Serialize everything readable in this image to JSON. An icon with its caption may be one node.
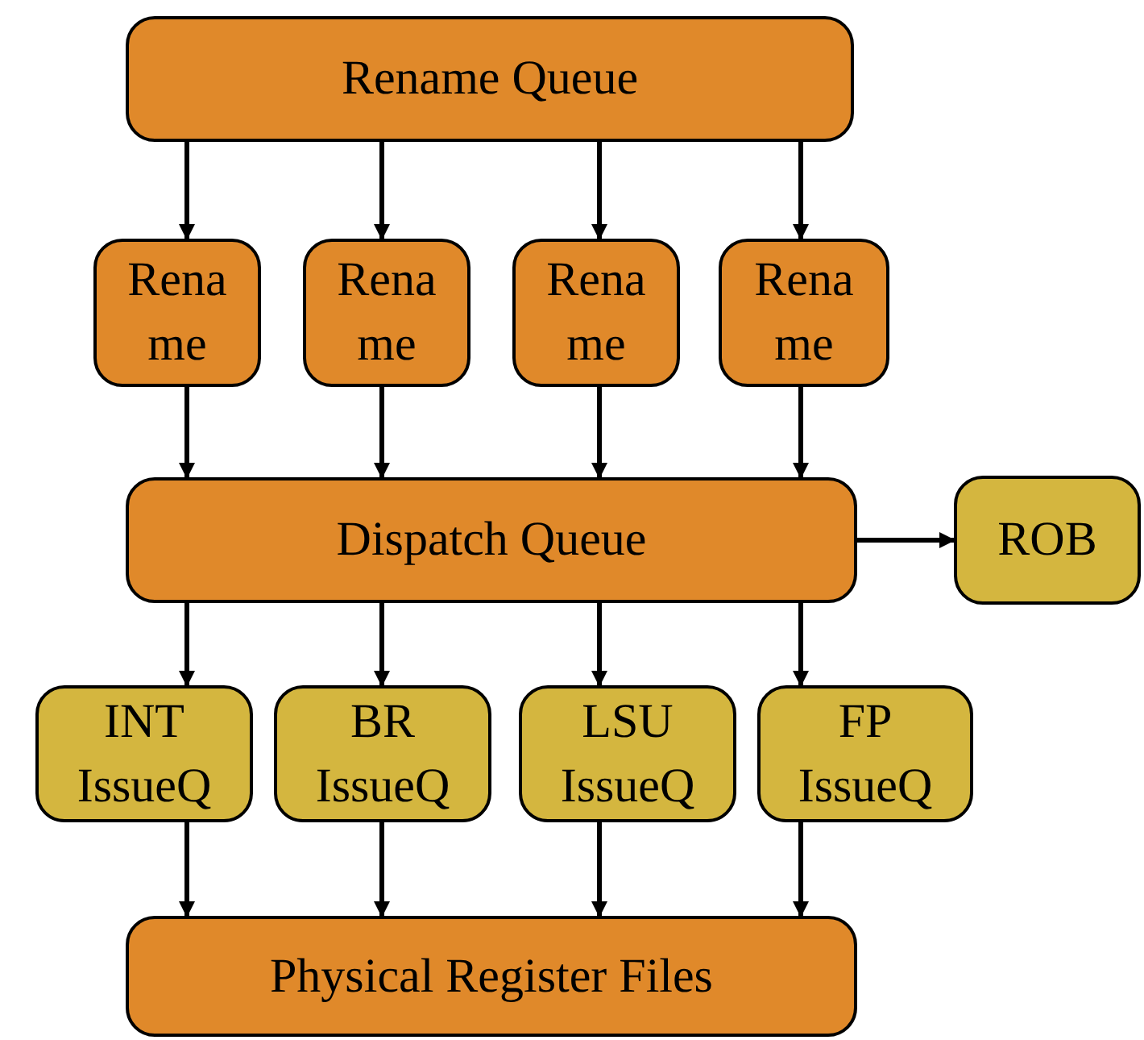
{
  "diagram": {
    "nodes": [
      {
        "text": [
          "Rename Queue"
        ]
      },
      {
        "text": [
          "Rename"
        ]
      },
      {
        "text": [
          "Rename"
        ]
      },
      {
        "text": [
          "Rename"
        ]
      },
      {
        "text": [
          "Rename"
        ]
      },
      {
        "text": [
          "Dispatch Queue"
        ]
      },
      {
        "text": [
          "ROB"
        ]
      },
      {
        "text": [
          "INT IssueQ"
        ]
      },
      {
        "text": [
          "BR IssueQ"
        ]
      },
      {
        "text": [
          "LSU IssueQ"
        ]
      },
      {
        "text": [
          "FP IssueQ"
        ]
      },
      {
        "text": [
          "Physical Register Files"
        ]
      }
    ],
    "edges": [
      {
        "from": 0,
        "to": 1,
        "arrow": "to"
      },
      {
        "from": 0,
        "to": 2,
        "arrow": "to"
      },
      {
        "from": 0,
        "to": 3,
        "arrow": "to"
      },
      {
        "from": 0,
        "to": 4,
        "arrow": "to"
      },
      {
        "from": 1,
        "to": 5,
        "arrow": "to"
      },
      {
        "from": 2,
        "to": 5,
        "arrow": "to"
      },
      {
        "from": 3,
        "to": 5,
        "arrow": "to"
      },
      {
        "from": 4,
        "to": 5,
        "arrow": "to"
      },
      {
        "from": 5,
        "to": 6,
        "arrow": "to"
      },
      {
        "from": 5,
        "to": 7,
        "arrow": "to"
      },
      {
        "from": 5,
        "to": 8,
        "arrow": "to"
      },
      {
        "from": 5,
        "to": 9,
        "arrow": "to"
      },
      {
        "from": 5,
        "to": 10,
        "arrow": "to"
      },
      {
        "from": 7,
        "to": 11,
        "arrow": "to"
      },
      {
        "from": 8,
        "to": 11,
        "arrow": "to"
      },
      {
        "from": 9,
        "to": 11,
        "arrow": "to"
      },
      {
        "from": 10,
        "to": 11,
        "arrow": "to"
      }
    ]
  }
}
